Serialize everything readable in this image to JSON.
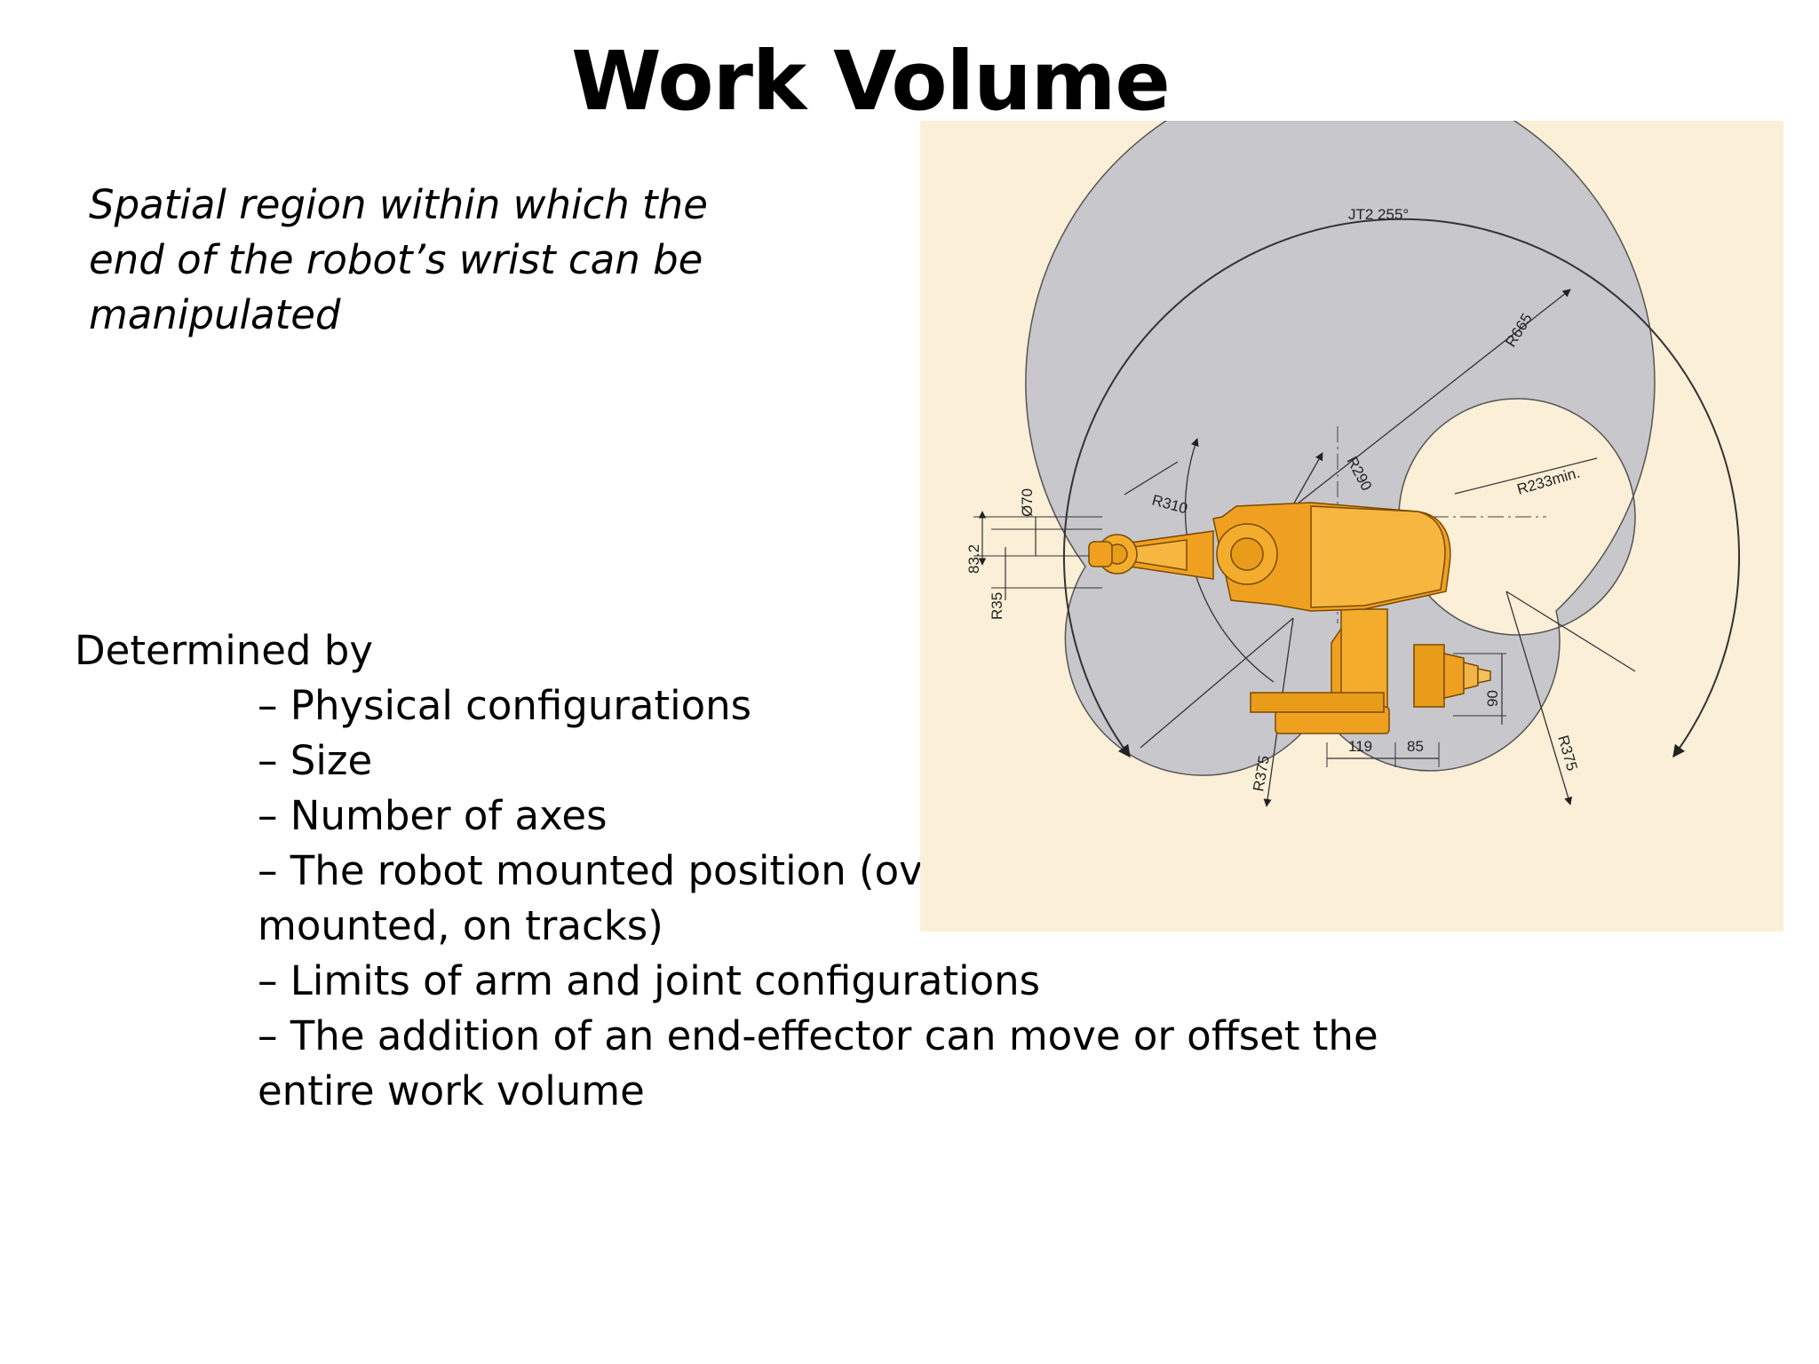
{
  "slide": {
    "title": "Work Volume",
    "definition": "Spatial region within which the end of the robot’s wrist can be manipulated",
    "determined_heading": "Determined by",
    "bullets": [
      "– Physical configurations",
      "– Size",
      "– Number of axes",
      "– The robot mounted position (overhead mounted, floor mounted, on tracks)",
      "– Limits of arm and joint configurations",
      "– The addition of an end-effector can move or offset the entire work volume"
    ]
  },
  "diagram": {
    "background_color": "#fcefd7",
    "envelope_color": "#c8c8cc",
    "robot_color": "#f0a020",
    "labels": {
      "jt2": "JT2 255°",
      "r665": "R665",
      "r290": "R290",
      "r233": "R233min.",
      "r310": "R310",
      "d70": "Ø70",
      "d83": "83.2",
      "r35": "R35",
      "r375_left": "R375",
      "r375_right": "R375",
      "d90": "90",
      "d119": "119",
      "d85": "85"
    }
  }
}
